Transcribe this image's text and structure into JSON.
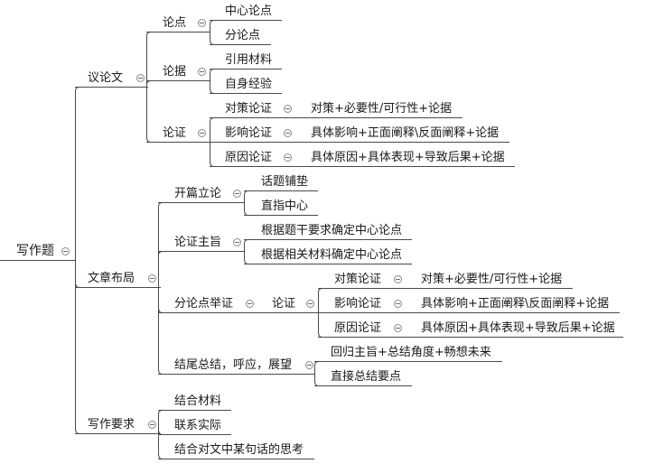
{
  "root": {
    "label": "写作题",
    "children": [
      {
        "label": "议论文",
        "children": [
          {
            "label": "论点",
            "children": [
              {
                "label": "中心论点"
              },
              {
                "label": "分论点"
              }
            ]
          },
          {
            "label": "论据",
            "children": [
              {
                "label": "引用材料"
              },
              {
                "label": "自身经验"
              }
            ]
          },
          {
            "label": "论证",
            "children": [
              {
                "label": "对策论证",
                "children": [
                  {
                    "label": "对策+必要性/可行性+论据"
                  }
                ]
              },
              {
                "label": "影响论证",
                "children": [
                  {
                    "label": "具体影响+正面阐释\\反面阐释+论据"
                  }
                ]
              },
              {
                "label": "原因论证",
                "children": [
                  {
                    "label": "具体原因+具体表现+导致后果+论据"
                  }
                ]
              }
            ]
          }
        ]
      },
      {
        "label": "文章布局",
        "children": [
          {
            "label": "开篇立论",
            "children": [
              {
                "label": "话题铺垫"
              },
              {
                "label": "直指中心"
              }
            ]
          },
          {
            "label": "论证主旨",
            "children": [
              {
                "label": "根据题干要求确定中心论点"
              },
              {
                "label": "根据相关材料确定中心论点"
              }
            ]
          },
          {
            "label": "分论点举证",
            "children": [
              {
                "label": "论证",
                "children": [
                  {
                    "label": "对策论证",
                    "children": [
                      {
                        "label": "对策+必要性/可行性+论据"
                      }
                    ]
                  },
                  {
                    "label": "影响论证",
                    "children": [
                      {
                        "label": "具体影响+正面阐释\\反面阐释+论据"
                      }
                    ]
                  },
                  {
                    "label": "原因论证",
                    "children": [
                      {
                        "label": "具体原因+具体表现+导致后果+论据"
                      }
                    ]
                  }
                ]
              }
            ]
          },
          {
            "label": "结尾总结，呼应，展望",
            "children": [
              {
                "label": "回归主旨+总结角度+畅想未来"
              },
              {
                "label": "直接总结要点"
              }
            ]
          }
        ]
      },
      {
        "label": "写作要求",
        "children": [
          {
            "label": "结合材料"
          },
          {
            "label": "联系实际"
          },
          {
            "label": "结合对文中某句话的思考"
          }
        ]
      }
    ]
  },
  "colors": {
    "line": "#4a4a4a",
    "text": "#1a1a1a",
    "toggle": "#8a8a8a"
  }
}
